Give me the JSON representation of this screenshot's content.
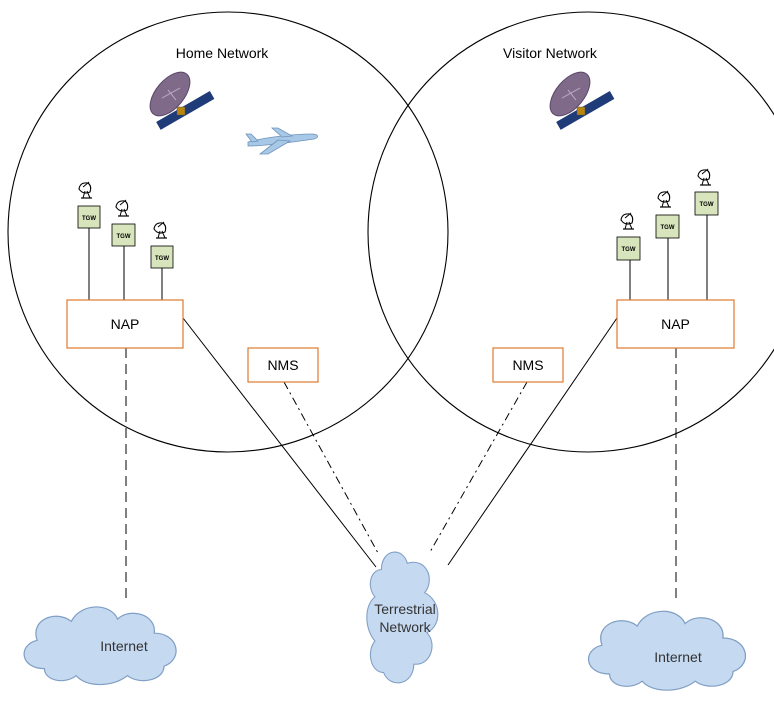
{
  "networks": {
    "home": {
      "label": "Home Network"
    },
    "visitor": {
      "label": "Visitor Network"
    }
  },
  "nodes": {
    "nap": "NAP",
    "nms": "NMS",
    "tgw": "TGW"
  },
  "clouds": {
    "internet_left": [
      "Internet"
    ],
    "terrestrial": [
      "Terrestrial",
      "Network"
    ],
    "internet_right": [
      "Internet"
    ]
  },
  "icons": [
    "satellite-icon",
    "airplane-icon",
    "satellite-dish-icon",
    "cloud-icon"
  ],
  "colors": {
    "box_border": "#e07a30",
    "tgw_fill": "#d8e4bc",
    "cloud_fill": "#c5d9f1",
    "satellite_dish": "#7f6a8a",
    "satellite_panel": "#1f3b78",
    "airplane": "#a8c8e8"
  }
}
